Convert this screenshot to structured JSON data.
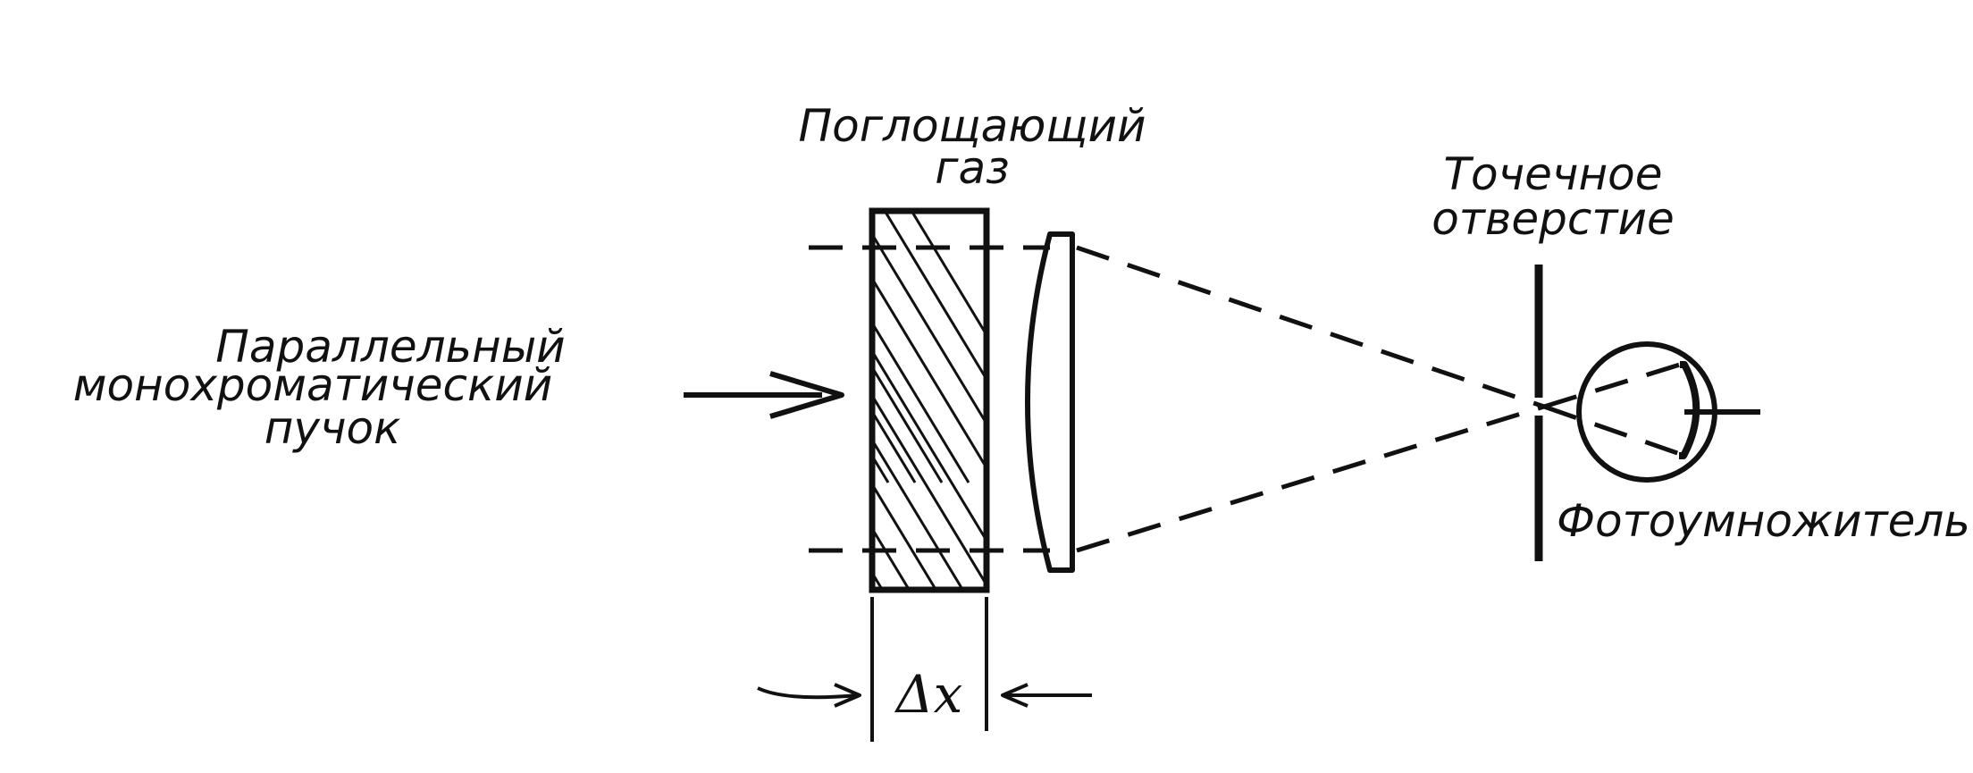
{
  "labels": {
    "absorbing_gas_line1": "Поглощающий",
    "absorbing_gas_line2": "газ",
    "pinhole_line1": "Точечное",
    "pinhole_line2": "отверстие",
    "beam_line1": "Параллельный",
    "beam_line2": "монохроматический",
    "beam_line3": "пучок",
    "photomultiplier": "Фотоумножитель",
    "thickness": "Δx"
  },
  "colors": {
    "ink": "#111111",
    "background": "#ffffff"
  }
}
